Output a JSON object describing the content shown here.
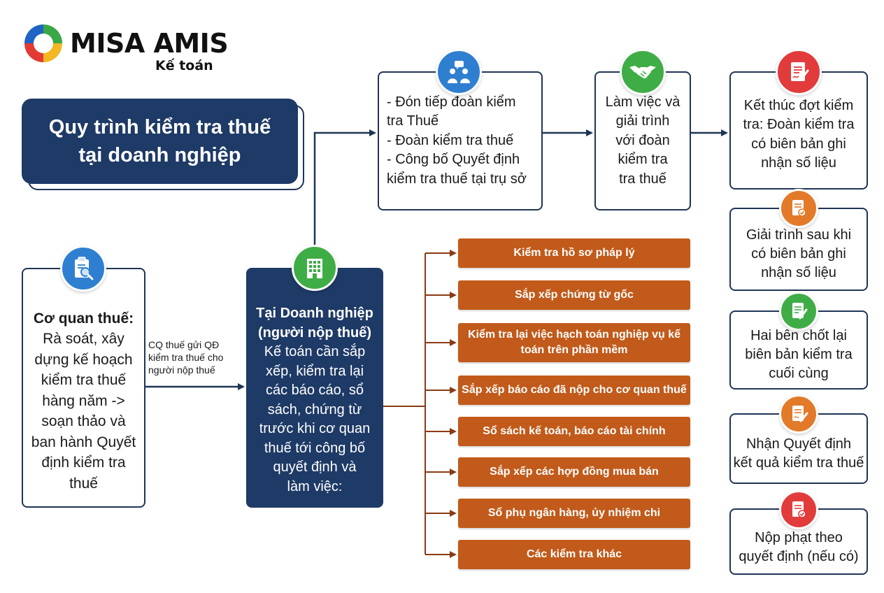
{
  "brand": {
    "name": "MISA AMIS",
    "product": "Kế toán",
    "colors": [
      "#1f64c4",
      "#e23a34",
      "#f2b722",
      "#3aa847"
    ]
  },
  "title": {
    "line1": "Quy trình kiểm tra thuế",
    "line2": "tại doanh nghiệp"
  },
  "tax_authority": {
    "icon": "clipboard-search-icon",
    "heading": "Cơ quan thuế:",
    "lines": [
      "Rà soát, xây",
      "dựng kế hoạch",
      "kiểm tra thuế",
      "hàng năm ->",
      "soạn thảo và",
      "ban hành Quyết",
      "định kiểm tra",
      "thuế"
    ]
  },
  "edge_label": {
    "lines": [
      "CQ thuế gửi QĐ",
      "kiểm tra thuế cho",
      "người nộp thuế"
    ]
  },
  "business": {
    "icon": "office-building-icon",
    "heading_lines": [
      "Tại Doanh nghiệp",
      "(người nộp thuế)"
    ],
    "lines": [
      "Kế toán cần sắp",
      "xếp, kiểm tra lại",
      "các báo cáo, sổ",
      "sách, chứng từ",
      "trước khi cơ quan",
      "thuế tới công bố",
      "quyết định và",
      "làm việc:"
    ]
  },
  "tasks": [
    {
      "lines": [
        "Kiểm tra hồ sơ pháp lý"
      ]
    },
    {
      "lines": [
        "Sắp xếp chứng từ gốc"
      ]
    },
    {
      "lines": [
        "Kiểm tra lại việc hạch toán nghiệp vụ kế",
        "toán trên phần mềm"
      ]
    },
    {
      "lines": [
        "Sắp xếp báo cáo đã nộp cho cơ quan thuế"
      ]
    },
    {
      "lines": [
        "Sổ sách kế toán, báo cáo tài chính"
      ]
    },
    {
      "lines": [
        "Sắp xếp các hợp đồng mua bán"
      ]
    },
    {
      "lines": [
        "Sổ phụ ngân hàng, ủy nhiệm chi"
      ]
    },
    {
      "lines": [
        "Các kiểm tra khác"
      ]
    }
  ],
  "welcome": {
    "icon": "meeting-people-icon",
    "lines": [
      "- Đón tiếp đoàn kiểm",
      "tra Thuế",
      "- Đoàn kiểm tra thuế",
      "- Công bố Quyết định",
      "kiểm tra thuế tại trụ sở"
    ]
  },
  "work": {
    "icon": "handshake-icon",
    "lines": [
      "Làm việc và",
      "giải trình",
      "với đoàn",
      "kiểm tra",
      "tra thuế"
    ]
  },
  "end": {
    "icon": "document-signature-icon",
    "lines": [
      "Kết thúc đợt kiểm",
      "tra: Đoàn kiểm tra",
      "có biên bản ghi",
      "nhận số liệu"
    ]
  },
  "explain": {
    "icon": "document-check-icon",
    "lines": [
      "Giải trình sau khi",
      "có biên bản ghi",
      "nhận số liệu"
    ]
  },
  "agree": {
    "icon": "document-pen-icon",
    "lines": [
      "Hai bên chốt lại",
      "biên bản kiểm tra",
      "cuối cùng"
    ]
  },
  "receive": {
    "icon": "document-approval-icon",
    "lines": [
      "Nhận Quyết định",
      "kết quả kiểm tra thuế"
    ]
  },
  "penalty": {
    "icon": "document-payment-icon",
    "lines": [
      "Nộp phạt theo",
      "quyết định (nếu có)"
    ]
  }
}
